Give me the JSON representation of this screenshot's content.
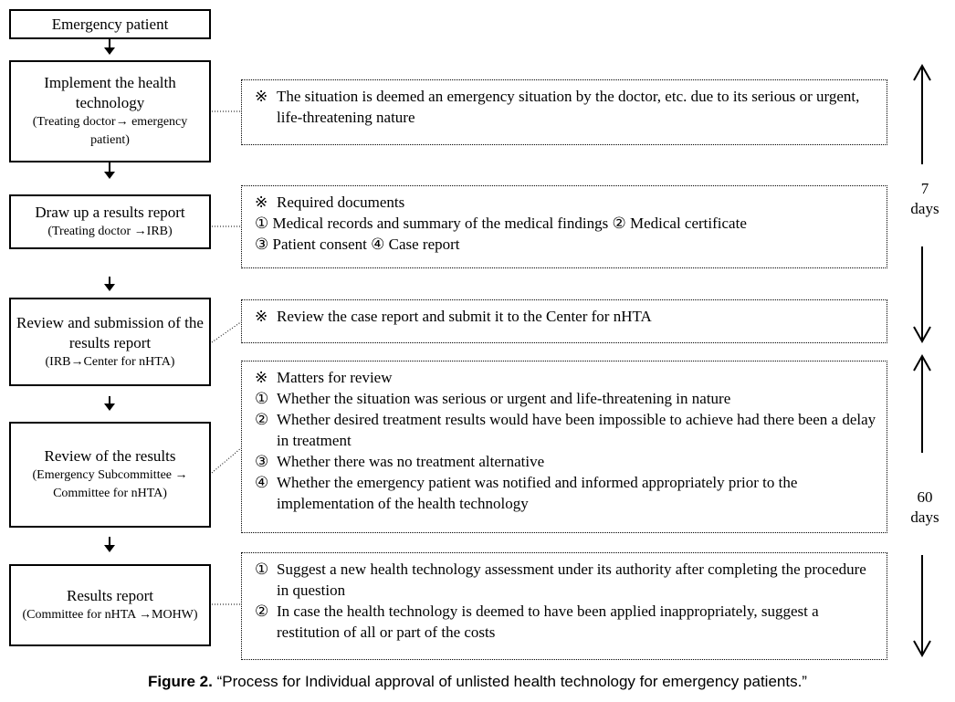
{
  "steps": [
    {
      "title": "Emergency patient",
      "sub": ""
    },
    {
      "title": "Implement the health technology",
      "sub": "(Treating doctor→ emergency patient)"
    },
    {
      "title": "Draw up a results report",
      "sub": "(Treating doctor →IRB)"
    },
    {
      "title": "Review and submission of the results report",
      "sub": "(IRB→Center for nHTA)"
    },
    {
      "title": "Review of the results",
      "sub": "(Emergency Subcommittee → Committee for nHTA)"
    },
    {
      "title": "Results report",
      "sub": "(Committee for nHTA →MOHW)"
    }
  ],
  "notes": [
    {
      "lines": [
        {
          "mark": "※",
          "text": "The situation is deemed an emergency situation by the doctor, etc. due to its serious or urgent, life-threatening nature"
        }
      ]
    },
    {
      "lines": [
        {
          "mark": "※",
          "text": "Required documents"
        },
        {
          "mark": "",
          "text": "① Medical records and summary of the medical findings  ② Medical certificate"
        },
        {
          "mark": "",
          "text": "③ Patient consent  ④ Case report"
        }
      ]
    },
    {
      "lines": [
        {
          "mark": "※",
          "text": "Review the case report and submit it to the Center for nHTA"
        }
      ]
    },
    {
      "lines": [
        {
          "mark": "※",
          "text": "Matters for review"
        },
        {
          "mark": "①",
          "text": "Whether the situation was serious or urgent and life-threatening in nature"
        },
        {
          "mark": "②",
          "text": "Whether desired treatment results would have been impossible to achieve had there been a delay in treatment"
        },
        {
          "mark": "③",
          "text": "Whether there was no treatment alternative"
        },
        {
          "mark": "④",
          "text": "Whether the emergency patient was notified and informed appropriately prior to the implementation of the health technology"
        }
      ]
    },
    {
      "lines": [
        {
          "mark": "①",
          "text": "Suggest a new health technology assessment under its authority after completing the procedure in question"
        },
        {
          "mark": "②",
          "text": "In case the health technology is deemed to have been applied inappropriately, suggest a restitution of all or part of the costs"
        }
      ]
    }
  ],
  "durations": [
    {
      "value": "7",
      "unit": "days"
    },
    {
      "value": "60",
      "unit": "days"
    }
  ],
  "caption": {
    "label": "Figure 2.",
    "text": " “Process for Individual approval of unlisted health technology for emergency patients.”"
  }
}
